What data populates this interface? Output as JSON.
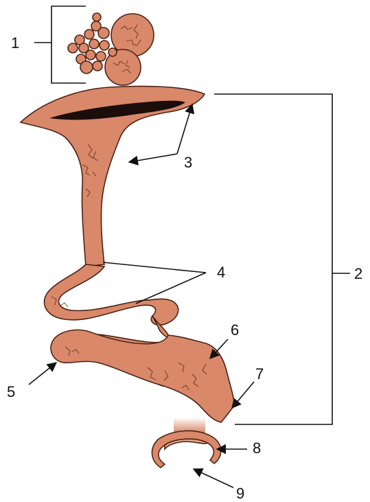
{
  "labels": {
    "l1": "1",
    "l2": "2",
    "l3": "3",
    "l4": "4",
    "l5": "5",
    "l6": "6",
    "l7": "7",
    "l8": "8",
    "l9": "9"
  },
  "colors": {
    "tissue": "#d98869",
    "tissue_dark": "#c4704f",
    "outline": "#4a2416",
    "lumen": "#1a0d0a",
    "leader": "#111111"
  }
}
